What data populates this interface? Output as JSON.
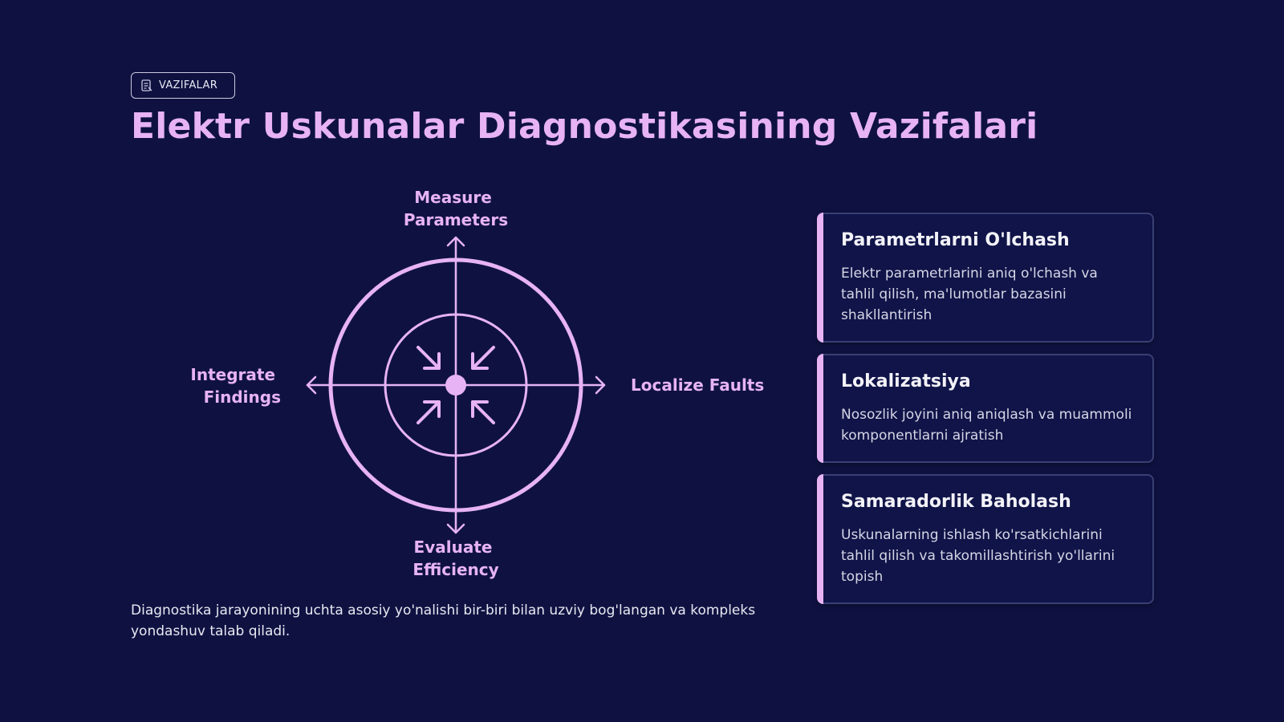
{
  "colors": {
    "background": "#0f1241",
    "accent": "#e7b3f4",
    "text": "#e8e8f2",
    "card_border": "#3a3f74"
  },
  "tag": {
    "icon": "document-icon",
    "label": "VAZIFALAR"
  },
  "title": "Elektr Uskunalar Diagnostikasining Vazifalari",
  "diagram": {
    "top_label": [
      "Measure",
      "Parameters"
    ],
    "right_label": "Localize Faults",
    "bottom_label": [
      "Evaluate",
      "Efficiency"
    ],
    "left_label": [
      "Integrate",
      "Findings"
    ],
    "center_icon": "converge-arrows-icon"
  },
  "caption": "Diagnostika jarayonining uchta asosiy yo'nalishi bir-biri bilan uzviy bog'langan va kompleks yondashuv talab qiladi.",
  "cards": [
    {
      "title": "Parametrlarni O'lchash",
      "description": "Elektr parametrlarini aniq o'lchash va tahlil qilish, ma'lumotlar bazasini shakllantirish"
    },
    {
      "title": "Lokalizatsiya",
      "description": "Nosozlik joyini aniq aniqlash va muammoli komponentlarni ajratish"
    },
    {
      "title": "Samaradorlik Baholash",
      "description": "Uskunalarning ishlash ko'rsatkichlarini tahlil qilish va takomillashtirish yo'llarini topish"
    }
  ]
}
